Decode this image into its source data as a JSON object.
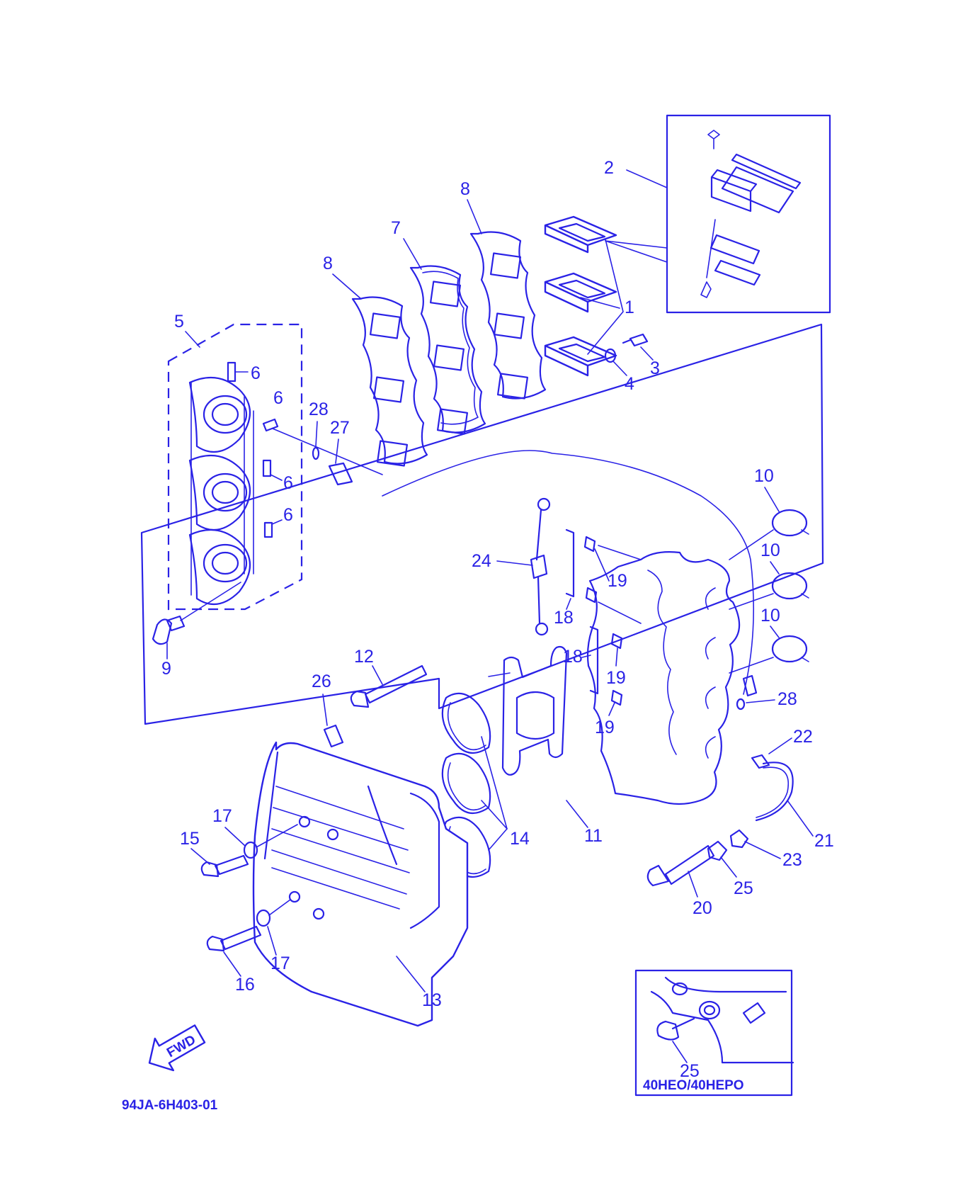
{
  "drawing_id": "94JA-6H403-01",
  "fwd_label": "FWD",
  "inset_caption": "40HEO/40HEPO",
  "callouts": {
    "c1": "1",
    "c2": "2",
    "c3": "3",
    "c4": "4",
    "c5": "5",
    "c6a": "6",
    "c6b": "6",
    "c6c": "6",
    "c6d": "6",
    "c7": "7",
    "c8a": "8",
    "c8b": "8",
    "c9": "9",
    "c10a": "10",
    "c10b": "10",
    "c10c": "10",
    "c11": "11",
    "c12": "12",
    "c13": "13",
    "c14": "14",
    "c15": "15",
    "c16": "16",
    "c17a": "17",
    "c17b": "17",
    "c18a": "18",
    "c18b": "18",
    "c19a": "19",
    "c19b": "19",
    "c19c": "19",
    "c20": "20",
    "c21": "21",
    "c22": "22",
    "c23": "23",
    "c24": "24",
    "c25a": "25",
    "c25b": "25",
    "c26": "26",
    "c27": "27",
    "c28a": "28",
    "c28b": "28"
  },
  "colors": {
    "line": "#2a22e6",
    "background": "#ffffff"
  }
}
